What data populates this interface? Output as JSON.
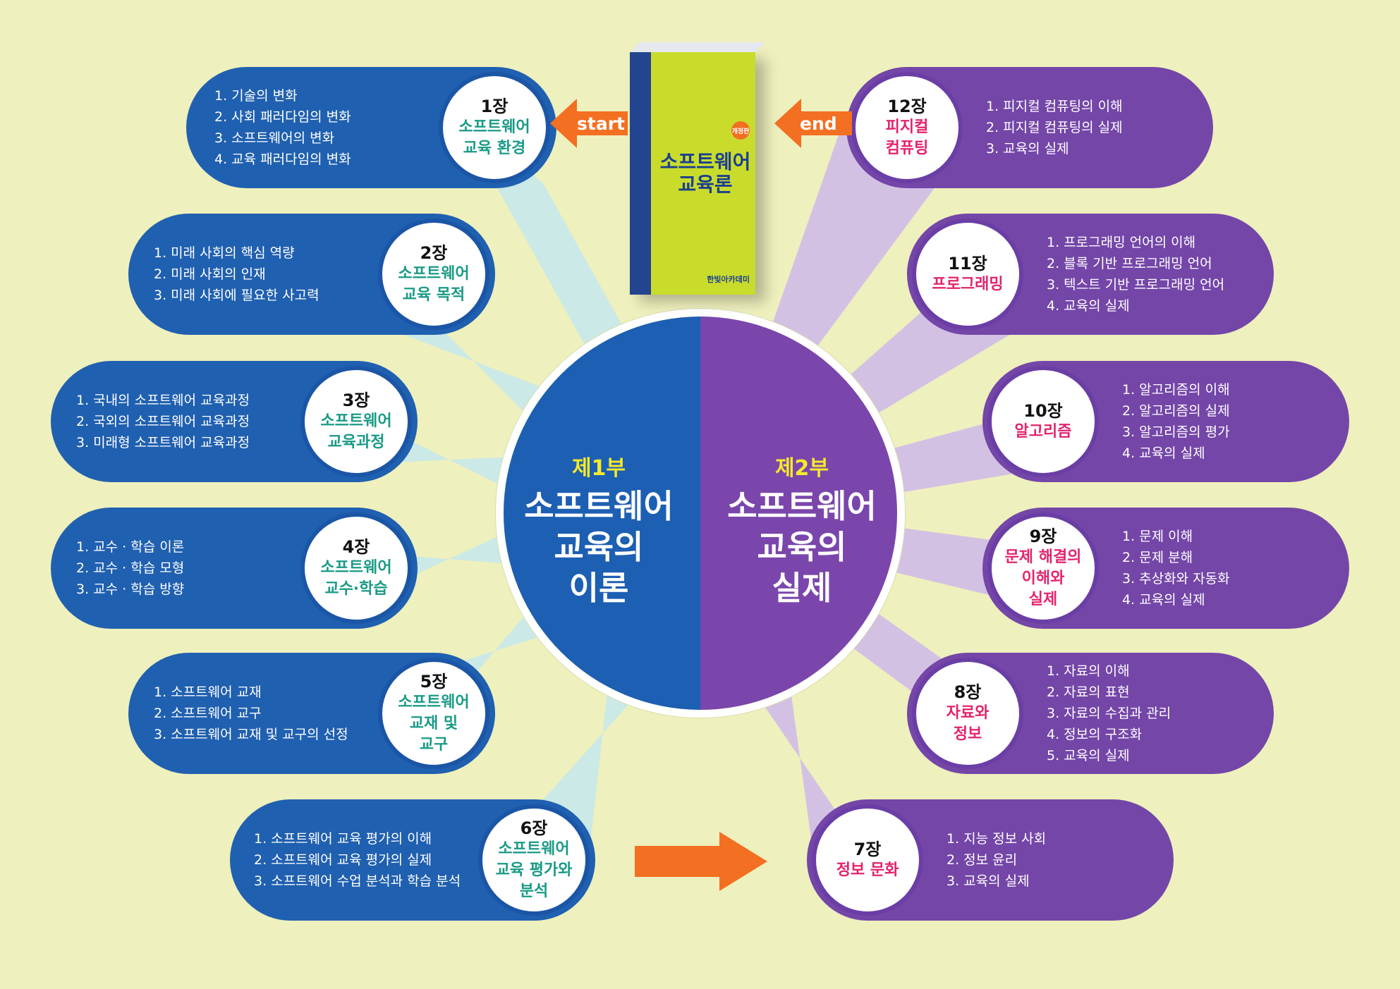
{
  "parts": [
    {
      "label": "제1부",
      "title": "소프트웨어\n교육의\n이론",
      "color": "#1d5fb2"
    },
    {
      "label": "제2부",
      "title": "소프트웨어\n교육의\n실제",
      "color": "#7a46ab"
    }
  ],
  "chapters": [
    {
      "num": "1장",
      "title": "소프트웨어\n교육 환경",
      "topics": [
        "1. 기술의 변화",
        "2. 사회 패러다임의 변화",
        "3. 소프트웨어의 변화",
        "4. 교육 패러다임의 변화"
      ]
    },
    {
      "num": "2장",
      "title": "소프트웨어\n교육 목적",
      "topics": [
        "1. 미래 사회의 핵심 역량",
        "2. 미래 사회의 인재",
        "3. 미래 사회에 필요한 사고력"
      ]
    },
    {
      "num": "3장",
      "title": "소프트웨어\n교육과정",
      "topics": [
        "1. 국내의 소프트웨어 교육과정",
        "2. 국외의 소프트웨어 교육과정",
        "3. 미래형 소프트웨어 교육과정"
      ]
    },
    {
      "num": "4장",
      "title": "소프트웨어\n교수·학습",
      "topics": [
        "1. 교수 · 학습 이론",
        "2. 교수 · 학습 모형",
        "3. 교수 · 학습 방향"
      ]
    },
    {
      "num": "5장",
      "title": "소프트웨어\n교재 및\n교구",
      "topics": [
        "1. 소프트웨어 교재",
        "2. 소프트웨어 교구",
        "3. 소프트웨어 교재 및 교구의 선정"
      ]
    },
    {
      "num": "6장",
      "title": "소프트웨어\n교육 평가와\n분석",
      "topics": [
        "1. 소프트웨어 교육 평가의 이해",
        "2. 소프트웨어 교육 평가의 실제",
        "3. 소프트웨어 수업 분석과 학습 분석"
      ]
    },
    {
      "num": "7장",
      "title": "정보 문화",
      "topics": [
        "1. 지능 정보 사회",
        "2. 정보 윤리",
        "3. 교육의 실제"
      ]
    },
    {
      "num": "8장",
      "title": "자료와\n정보",
      "topics": [
        "1. 자료의 이해",
        "2. 자료의 표현",
        "3. 자료의 수집과 관리",
        "4. 정보의 구조화",
        "5. 교육의 실제"
      ]
    },
    {
      "num": "9장",
      "title": "문제 해결의\n이해와\n실제",
      "topics": [
        "1. 문제 이해",
        "2. 문제 분해",
        "3. 추상화와 자동화",
        "4. 교육의 실제"
      ]
    },
    {
      "num": "10장",
      "title": "알고리즘",
      "topics": [
        "1. 알고리즘의 이해",
        "2. 알고리즘의 실제",
        "3. 알고리즘의 평가",
        "4. 교육의 실제"
      ]
    },
    {
      "num": "11장",
      "title": "프로그래밍",
      "topics": [
        "1. 프로그래밍 언어의 이해",
        "2. 블록 기반 프로그래밍 언어",
        "3. 텍스트 기반 프로그래밍 언어",
        "4. 교육의 실제"
      ]
    },
    {
      "num": "12장",
      "title": "피지컬\n컴퓨팅",
      "topics": [
        "1. 피지컬 컴퓨팅의 이해",
        "2. 피지컬 컴퓨팅의 실제",
        "3. 교육의 실제"
      ]
    }
  ],
  "arrows": {
    "start": "start",
    "end": "end"
  },
  "book": {
    "title": "소프트웨어\n교육론",
    "edition": "개정판",
    "publisher": "한빛아카데미"
  },
  "colors": {
    "background": "#eef0bd",
    "blue": "#2060b0",
    "purple": "#7446a8",
    "ray_blue": "#cbe9e6",
    "ray_purple": "#d3c1e4",
    "arrow": "#f36f21",
    "part_label": "#f5ea2a",
    "teal_title": "#1a9a86",
    "pink_title": "#e2246e"
  }
}
